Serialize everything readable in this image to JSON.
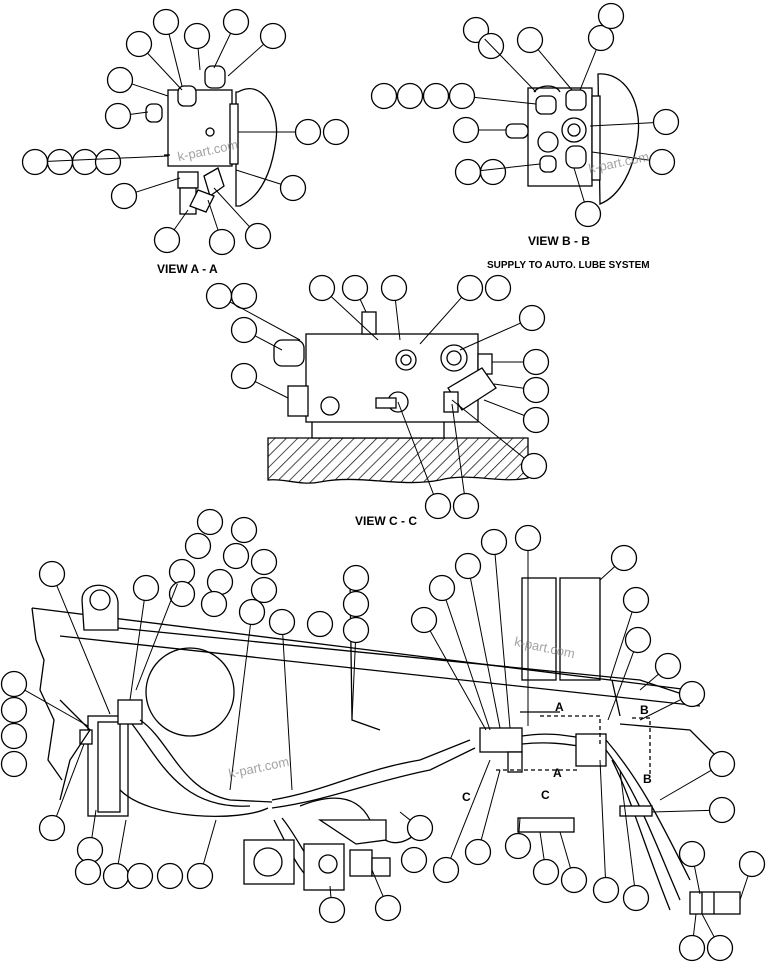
{
  "labels": {
    "view_aa": "VIEW  A - A",
    "view_bb": "VIEW  B - B",
    "view_cc": "VIEW  C - C",
    "supply": "SUPPLY TO AUTO. LUBE SYSTEM"
  },
  "section_markers": {
    "a": "A",
    "b": "B",
    "c": "C"
  },
  "watermark": "k-part.com",
  "colors": {
    "line": "#000000",
    "background": "#ffffff",
    "watermark": "#8c8c8c"
  }
}
